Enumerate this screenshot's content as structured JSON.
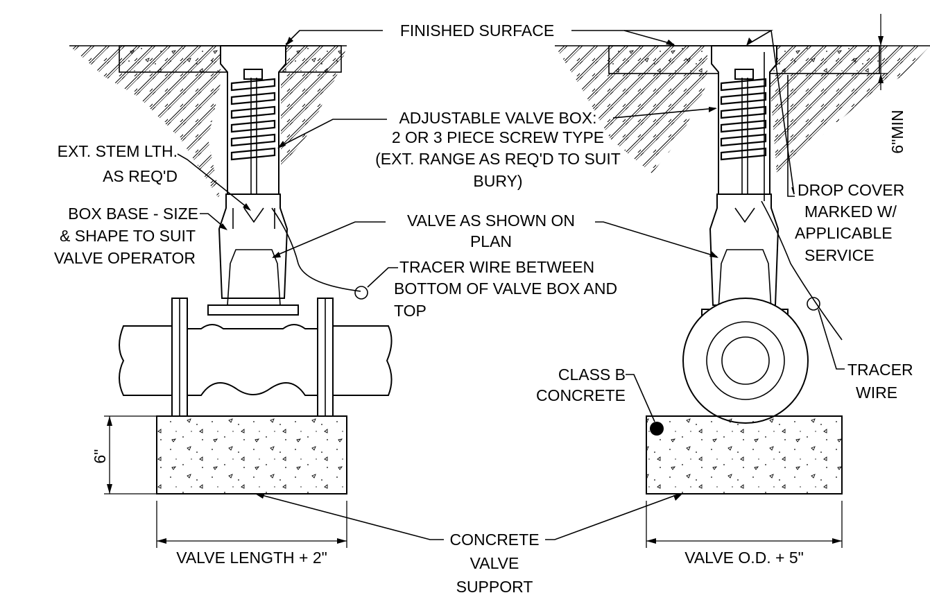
{
  "labels": {
    "finished_surface": "FINISHED SURFACE",
    "adj_box_1": "ADJUSTABLE VALVE BOX:",
    "adj_box_2": "2 OR 3 PIECE SCREW TYPE",
    "adj_box_3": "(EXT. RANGE AS REQ'D TO SUIT",
    "adj_box_4": "BURY)",
    "ext_stem_1": "EXT. STEM LTH.",
    "ext_stem_2": "AS REQ'D",
    "box_base_1": "BOX BASE - SIZE",
    "box_base_2": "& SHAPE TO SUIT",
    "box_base_3": "VALVE OPERATOR",
    "valve_plan_1": "VALVE AS SHOWN ON",
    "valve_plan_2": "PLAN",
    "tracer_between_1": "TRACER WIRE BETWEEN",
    "tracer_between_2": "BOTTOM OF VALVE BOX AND",
    "tracer_between_3": "TOP",
    "drop_cover_1": "DROP COVER",
    "drop_cover_2": "MARKED W/",
    "drop_cover_3": "APPLICABLE",
    "drop_cover_4": "SERVICE",
    "six_min": "6\"MIN",
    "class_b_1": "CLASS B",
    "class_b_2": "CONCRETE",
    "tracer_wire_1": "TRACER",
    "tracer_wire_2": "WIRE",
    "six_in": "6\"",
    "concrete_support_1": "CONCRETE",
    "concrete_support_2": "VALVE",
    "concrete_support_3": "SUPPORT",
    "valve_length": "VALVE LENGTH + 2\"",
    "valve_od": "VALVE O.D. + 5\""
  }
}
